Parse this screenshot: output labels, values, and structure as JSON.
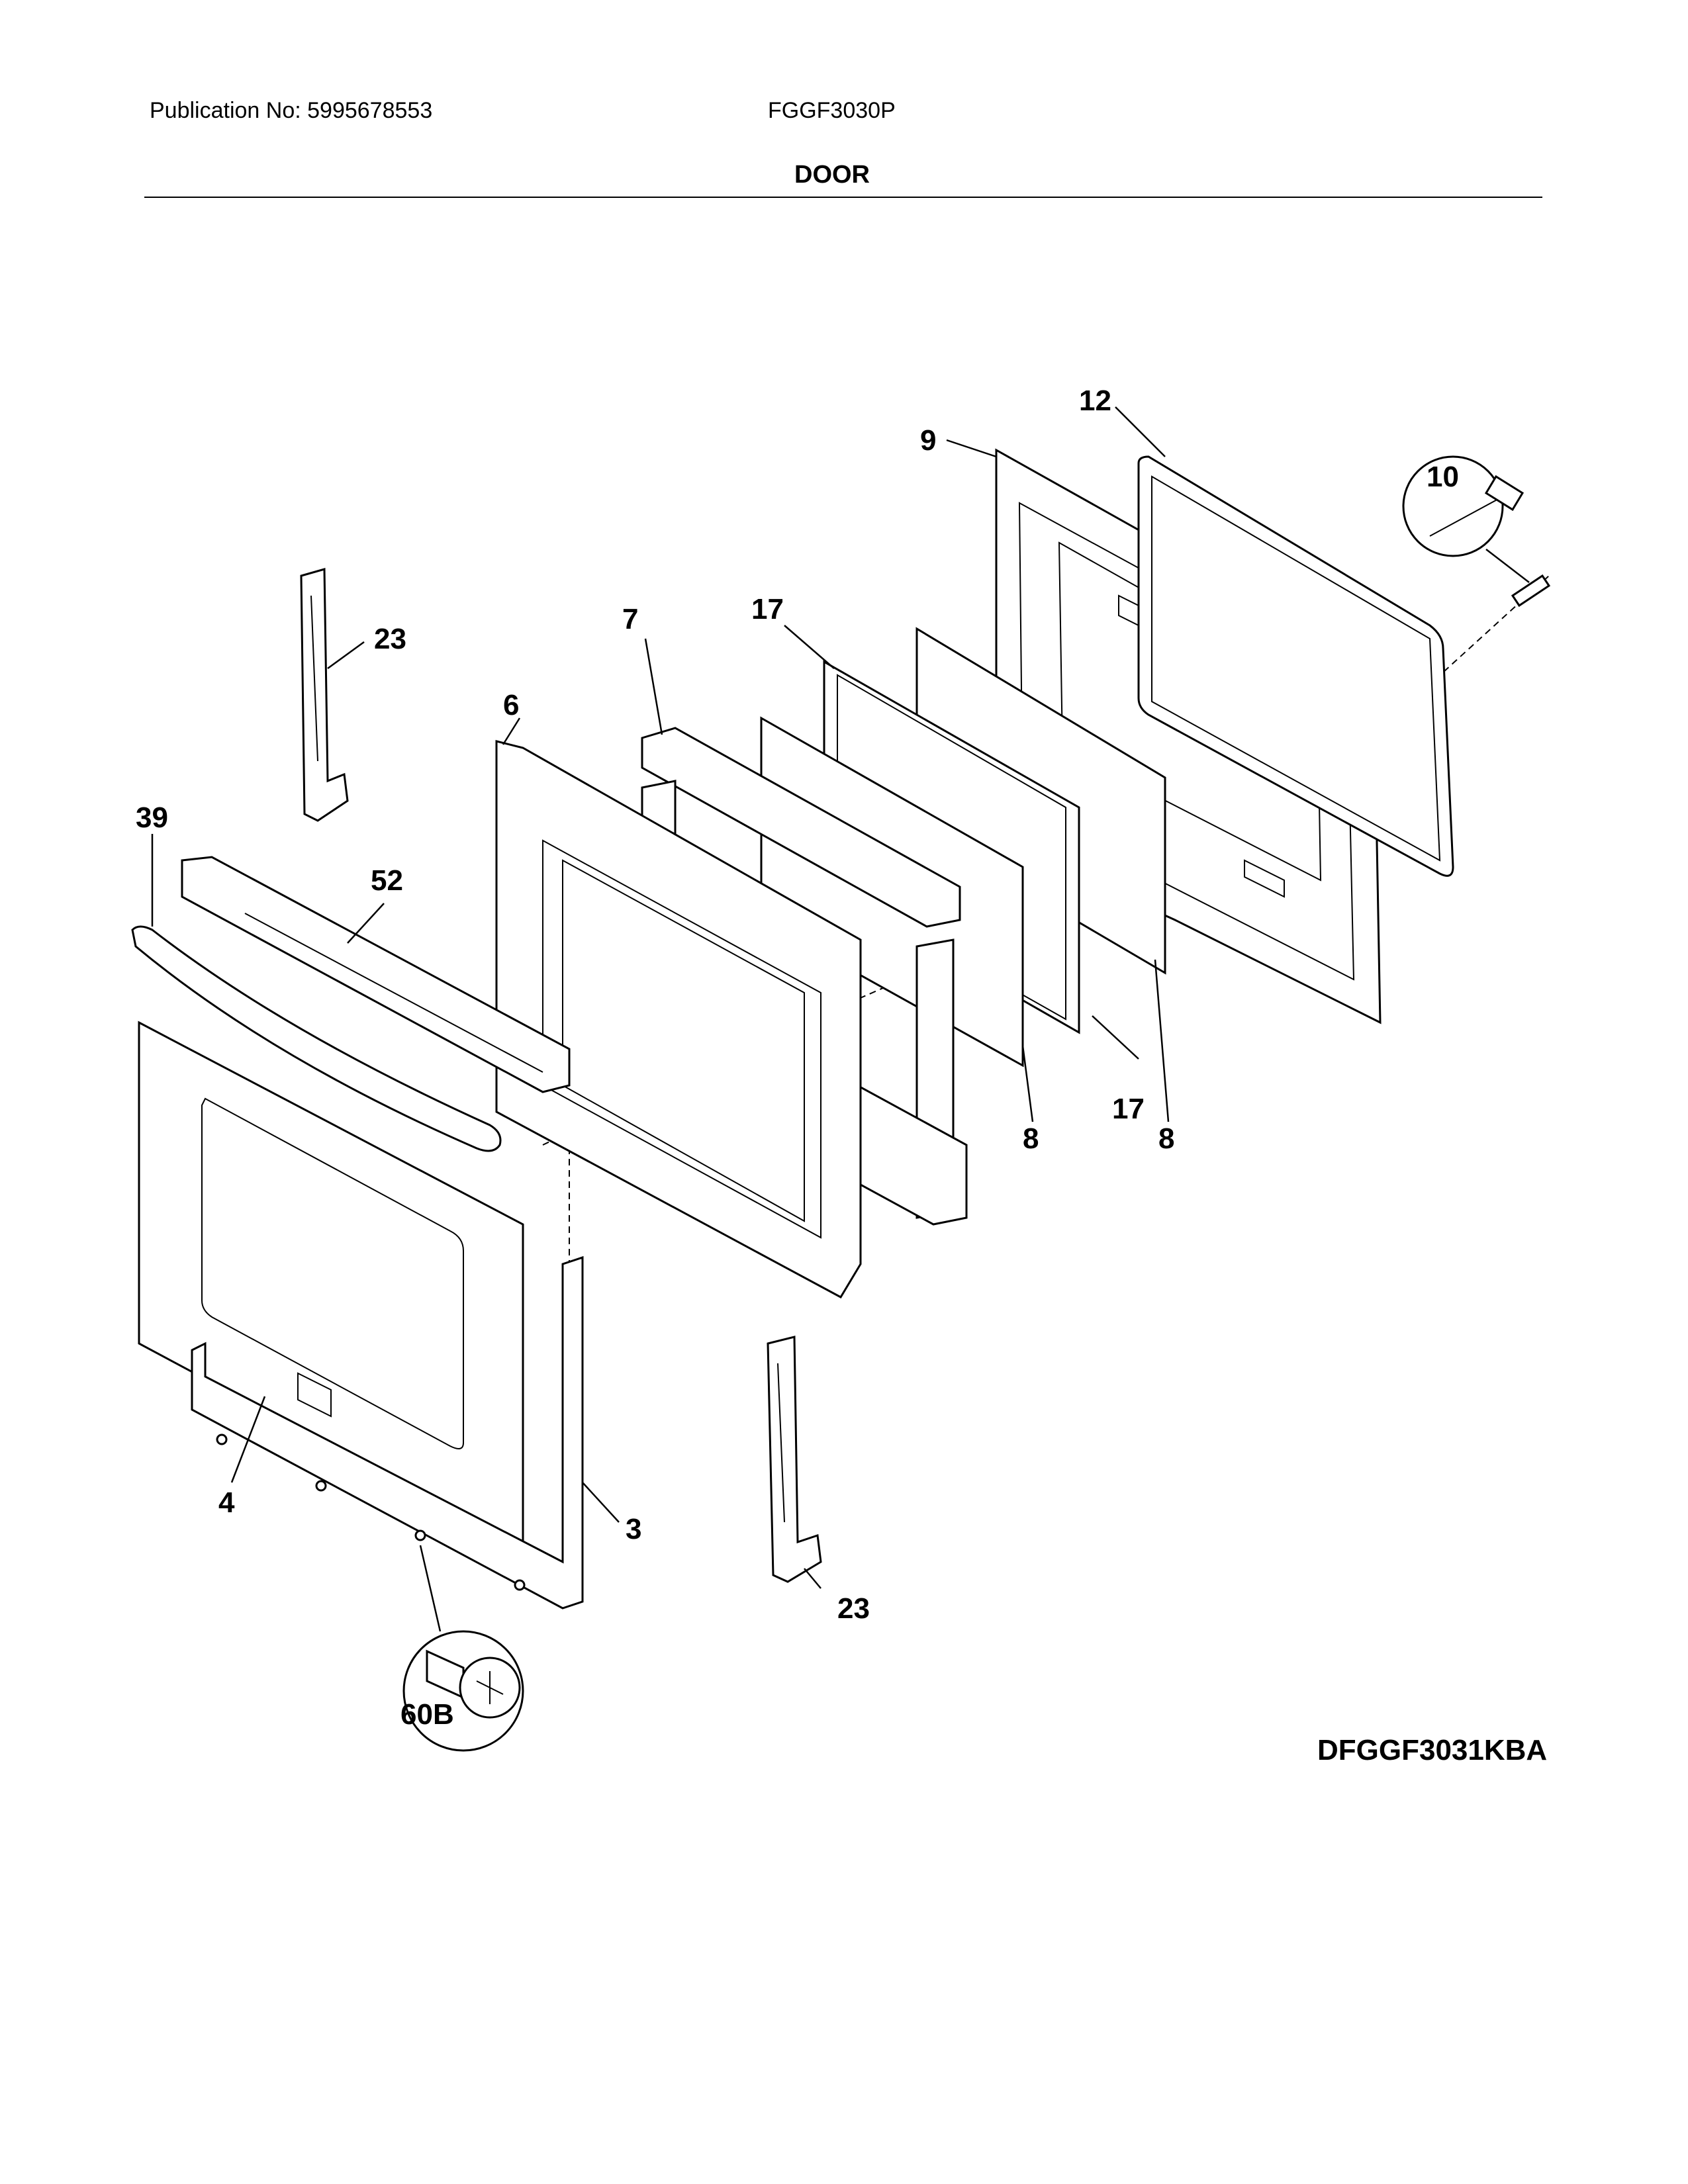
{
  "header": {
    "publication": "Publication No: 5995678553",
    "model": "FGGF3030P",
    "section": "DOOR"
  },
  "diagram_code": "DFGGF3031KBA",
  "callouts": {
    "c12": "12",
    "c9": "9",
    "c10": "10",
    "c23a": "23",
    "c7": "7",
    "c17a": "17",
    "c6": "6",
    "c39": "39",
    "c52": "52",
    "c8a": "8",
    "c8b": "8",
    "c17b": "17",
    "c4": "4",
    "c3": "3",
    "c23b": "23",
    "c60b": "60B"
  }
}
